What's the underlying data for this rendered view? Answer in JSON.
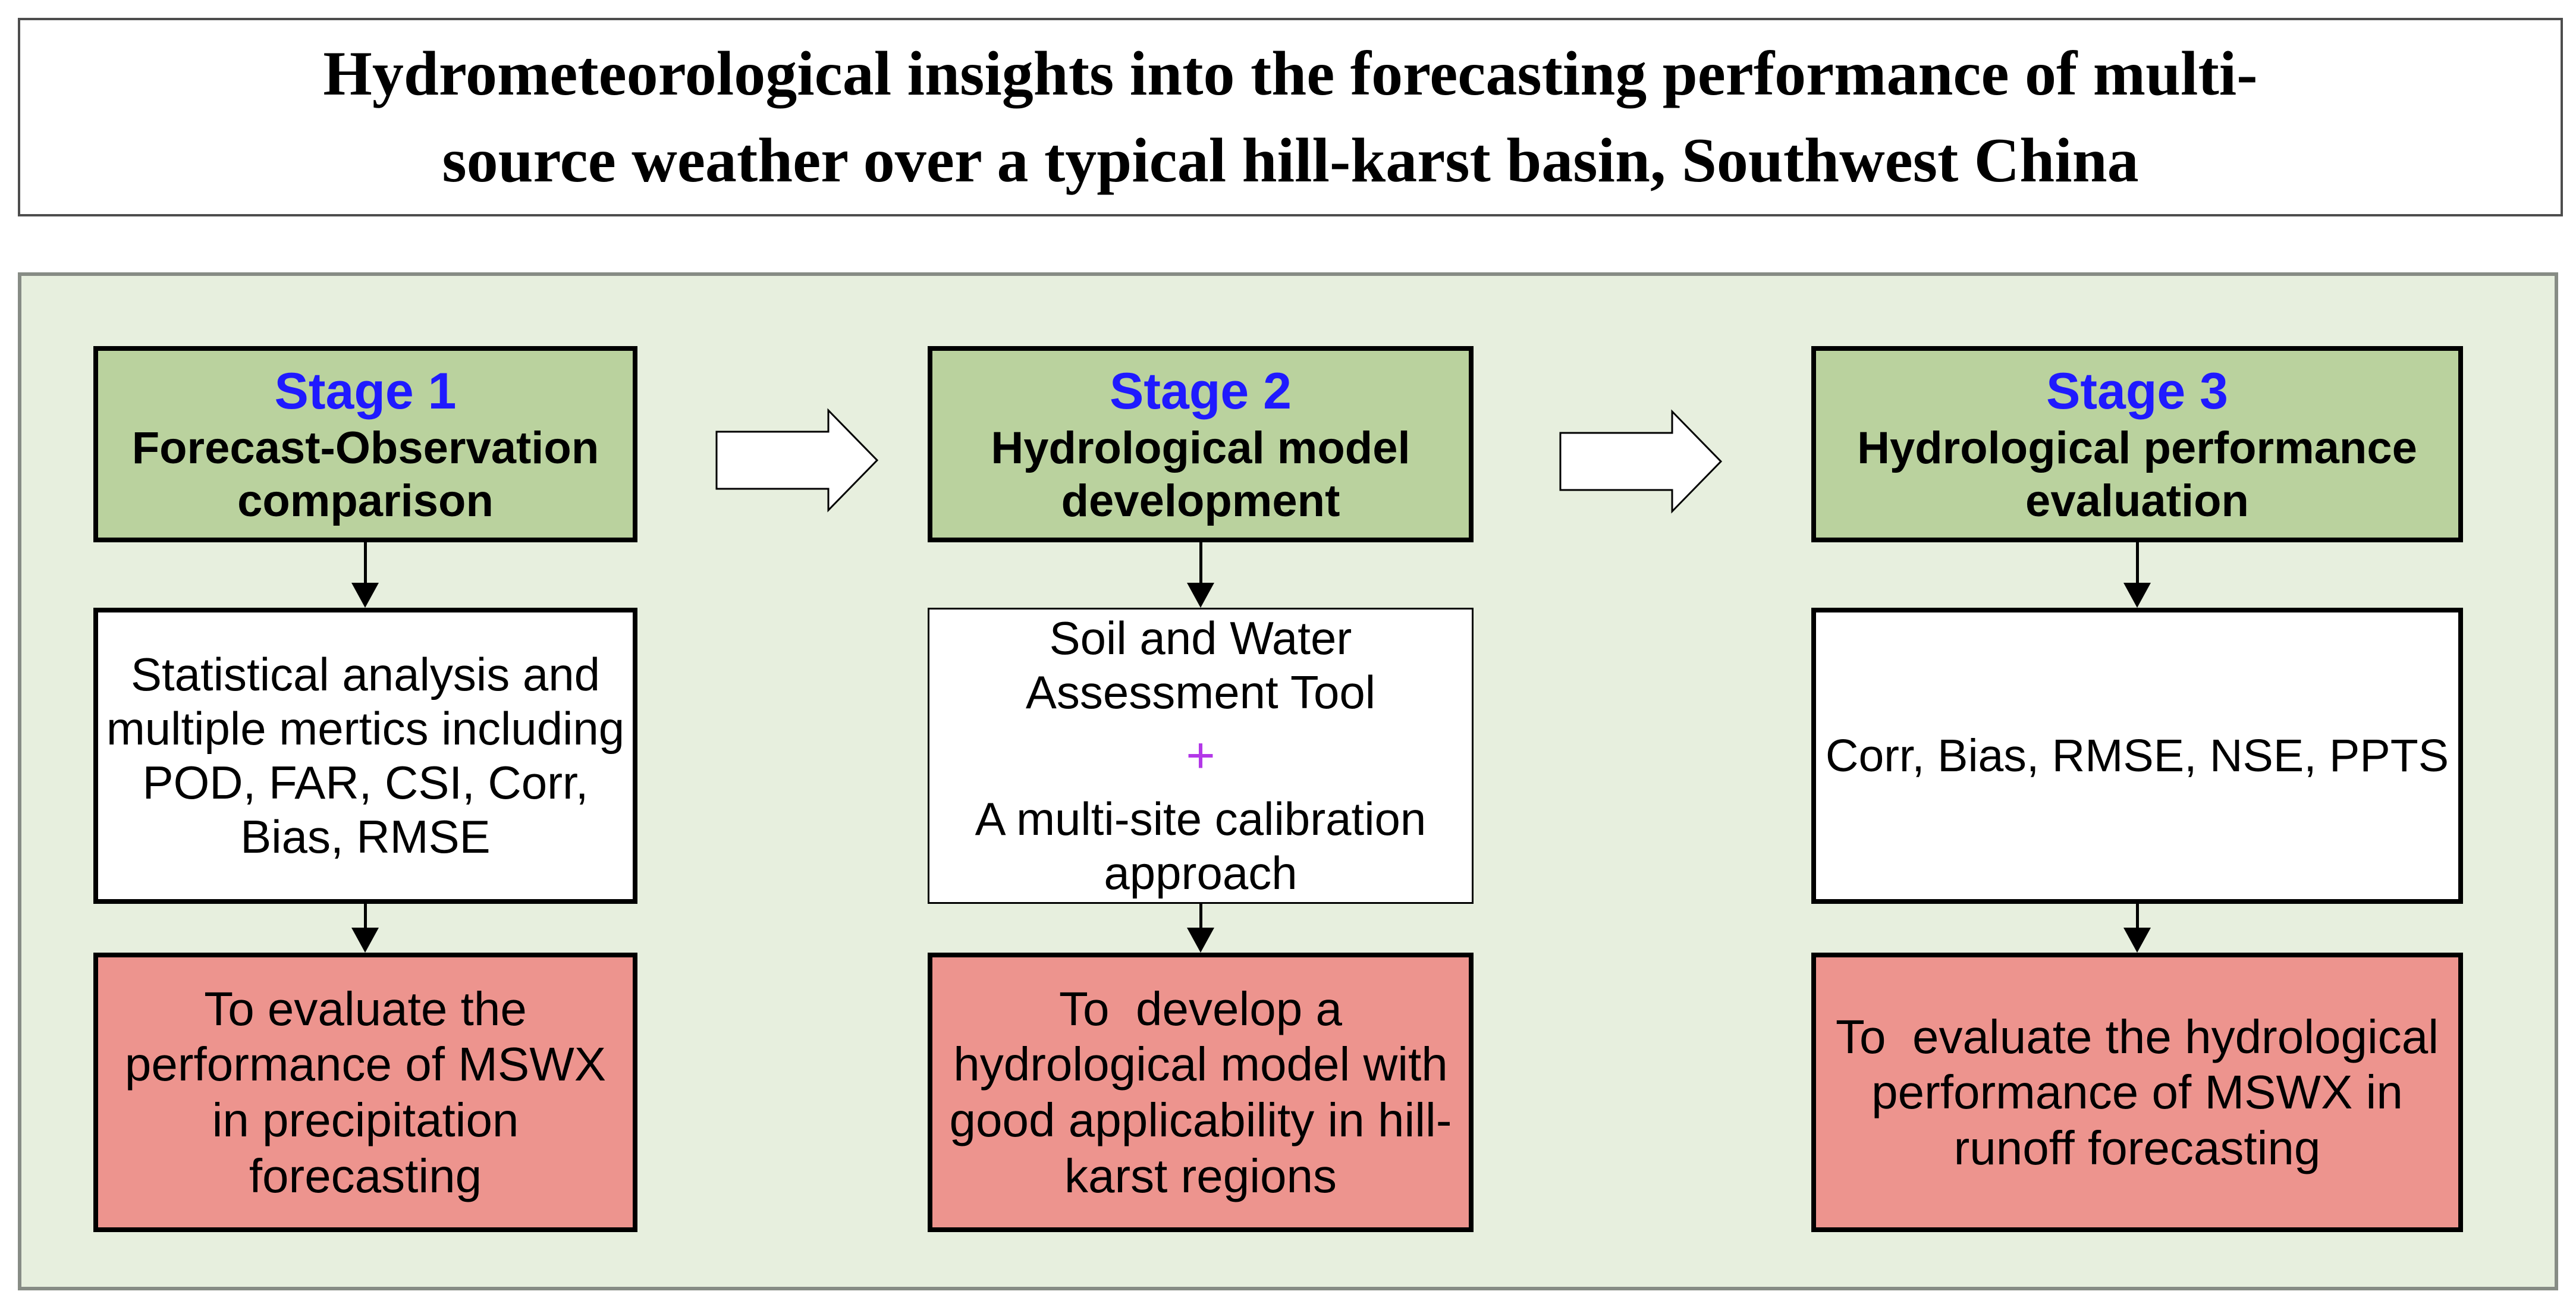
{
  "title": {
    "line1": "Hydrometeorological insights into the forecasting performance of multi-",
    "line2": "source weather over a typical hill-karst basin, Southwest China"
  },
  "stages": [
    {
      "label": "Stage 1",
      "subtitle": "Forecast-Observation comparison",
      "method": "Statistical analysis and multiple mertics including POD, FAR, CSI, Corr, Bias, RMSE",
      "goal": "To evaluate the performance of MSWX in precipitation forecasting"
    },
    {
      "label": "Stage 2",
      "subtitle": "Hydrological model development",
      "method_part1": "Soil and Water Assessment Tool",
      "plus": "+",
      "method_part2": "A multi-site calibration approach",
      "goal": "To  develop a hydrological model with good applicability in hill-karst regions"
    },
    {
      "label": "Stage 3",
      "subtitle": "Hydrological performance evaluation",
      "method": "Corr, Bias, RMSE, NSE, PPTS",
      "goal": "To  evaluate the hydrological performance of MSWX in runoff forecasting"
    }
  ],
  "colors": {
    "panel_background": "#e7efde",
    "stage_header_green": "#bad29e",
    "goal_box_red": "#ed948e",
    "stage_label_blue": "#1f1aff",
    "plus_magenta": "#b338e8",
    "box_border_black": "#000000",
    "panel_border_gray": "#878c85"
  }
}
